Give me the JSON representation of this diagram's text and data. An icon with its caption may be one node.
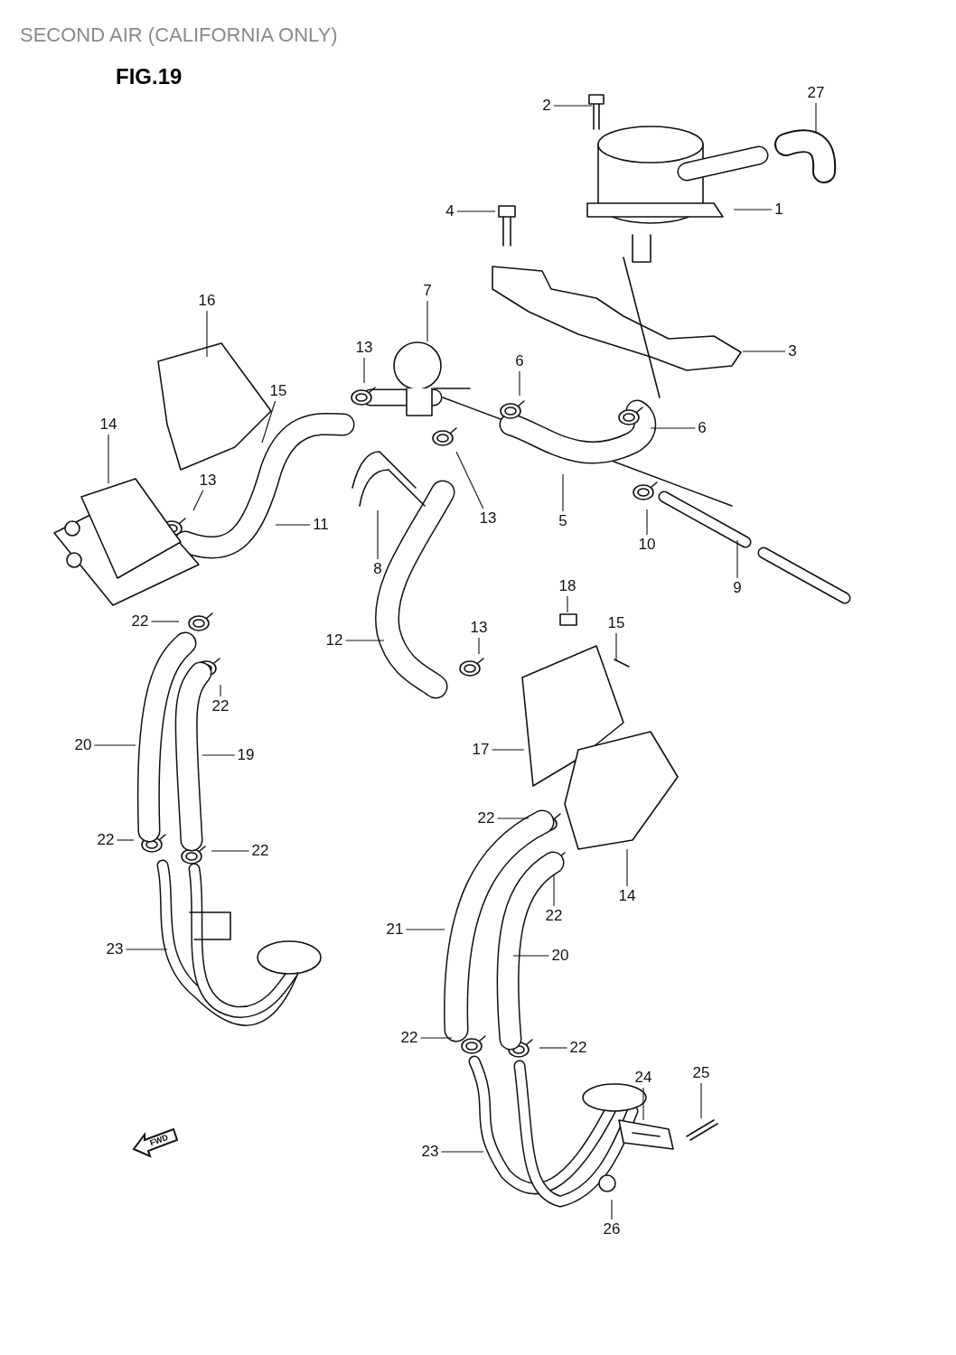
{
  "diagram": {
    "title": "SECOND AIR (CALIFORNIA ONLY)",
    "nodes": [
      {
        "text": [
          "2"
        ]
      },
      {
        "text": [
          "27"
        ]
      },
      {
        "text": [
          "4"
        ]
      },
      {
        "text": [
          "1"
        ]
      },
      {
        "text": [
          "16"
        ]
      },
      {
        "text": [
          "7"
        ]
      },
      {
        "text": [
          "13"
        ]
      },
      {
        "text": [
          "6"
        ]
      },
      {
        "text": [
          "3"
        ]
      },
      {
        "text": [
          "15"
        ]
      },
      {
        "text": [
          "14"
        ]
      },
      {
        "text": [
          "6"
        ]
      },
      {
        "text": [
          "13"
        ]
      },
      {
        "text": [
          "11"
        ]
      },
      {
        "text": [
          "13"
        ]
      },
      {
        "text": [
          "5"
        ]
      },
      {
        "text": [
          "10"
        ]
      },
      {
        "text": [
          "8"
        ]
      },
      {
        "text": [
          "9"
        ]
      },
      {
        "text": [
          "18"
        ]
      },
      {
        "text": [
          "15"
        ]
      },
      {
        "text": [
          "22"
        ]
      },
      {
        "text": [
          "12"
        ]
      },
      {
        "text": [
          "13"
        ]
      },
      {
        "text": [
          "22"
        ]
      },
      {
        "text": [
          "20"
        ]
      },
      {
        "text": [
          "19"
        ]
      },
      {
        "text": [
          "17"
        ]
      },
      {
        "text": [
          "22"
        ]
      },
      {
        "text": [
          "22"
        ]
      },
      {
        "text": [
          "22"
        ]
      },
      {
        "text": [
          "14"
        ]
      },
      {
        "text": [
          "22"
        ]
      },
      {
        "text": [
          "21"
        ]
      },
      {
        "text": [
          "20"
        ]
      },
      {
        "text": [
          "23"
        ]
      },
      {
        "text": [
          "22"
        ]
      },
      {
        "text": [
          "22"
        ]
      },
      {
        "text": [
          "24"
        ]
      },
      {
        "text": [
          "25"
        ]
      },
      {
        "text": [
          "23"
        ]
      },
      {
        "text": [
          "26"
        ]
      }
    ],
    "edges": [
      {
        "from": 0,
        "to": null,
        "arrow": "none"
      },
      {
        "from": 1,
        "to": null,
        "arrow": "none"
      },
      {
        "from": 2,
        "to": null,
        "arrow": "none"
      },
      {
        "from": 3,
        "to": null,
        "arrow": "none"
      },
      {
        "from": 4,
        "to": null,
        "arrow": "none"
      },
      {
        "from": 5,
        "to": null,
        "arrow": "none"
      },
      {
        "from": 6,
        "to": null,
        "arrow": "none"
      },
      {
        "from": 7,
        "to": null,
        "arrow": "none"
      },
      {
        "from": 8,
        "to": null,
        "arrow": "none"
      },
      {
        "from": 9,
        "to": null,
        "arrow": "none"
      },
      {
        "from": 10,
        "to": null,
        "arrow": "none"
      },
      {
        "from": 11,
        "to": null,
        "arrow": "none"
      },
      {
        "from": 12,
        "to": null,
        "arrow": "none"
      },
      {
        "from": 13,
        "to": null,
        "arrow": "none"
      },
      {
        "from": 14,
        "to": null,
        "arrow": "none"
      },
      {
        "from": 15,
        "to": null,
        "arrow": "none"
      },
      {
        "from": 16,
        "to": null,
        "arrow": "none"
      },
      {
        "from": 17,
        "to": null,
        "arrow": "none"
      },
      {
        "from": 18,
        "to": null,
        "arrow": "none"
      },
      {
        "from": 19,
        "to": null,
        "arrow": "none"
      },
      {
        "from": 20,
        "to": null,
        "arrow": "none"
      },
      {
        "from": 21,
        "to": null,
        "arrow": "none"
      },
      {
        "from": 22,
        "to": null,
        "arrow": "none"
      },
      {
        "from": 23,
        "to": null,
        "arrow": "none"
      },
      {
        "from": 24,
        "to": null,
        "arrow": "none"
      },
      {
        "from": 25,
        "to": null,
        "arrow": "none"
      },
      {
        "from": 26,
        "to": null,
        "arrow": "none"
      },
      {
        "from": 27,
        "to": null,
        "arrow": "none"
      },
      {
        "from": 28,
        "to": null,
        "arrow": "none"
      },
      {
        "from": 29,
        "to": null,
        "arrow": "none"
      },
      {
        "from": 30,
        "to": null,
        "arrow": "none"
      },
      {
        "from": 31,
        "to": null,
        "arrow": "none"
      },
      {
        "from": 32,
        "to": null,
        "arrow": "none"
      },
      {
        "from": 33,
        "to": null,
        "arrow": "none"
      },
      {
        "from": 34,
        "to": null,
        "arrow": "none"
      },
      {
        "from": 35,
        "to": null,
        "arrow": "none"
      },
      {
        "from": 36,
        "to": null,
        "arrow": "none"
      },
      {
        "from": 37,
        "to": null,
        "arrow": "none"
      },
      {
        "from": 38,
        "to": null,
        "arrow": "none"
      },
      {
        "from": 39,
        "to": null,
        "arrow": "none"
      },
      {
        "from": 40,
        "to": null,
        "arrow": "none"
      },
      {
        "from": 41,
        "to": null,
        "arrow": "none"
      }
    ],
    "labels": [
      "FIG.19",
      "FWD"
    ]
  }
}
